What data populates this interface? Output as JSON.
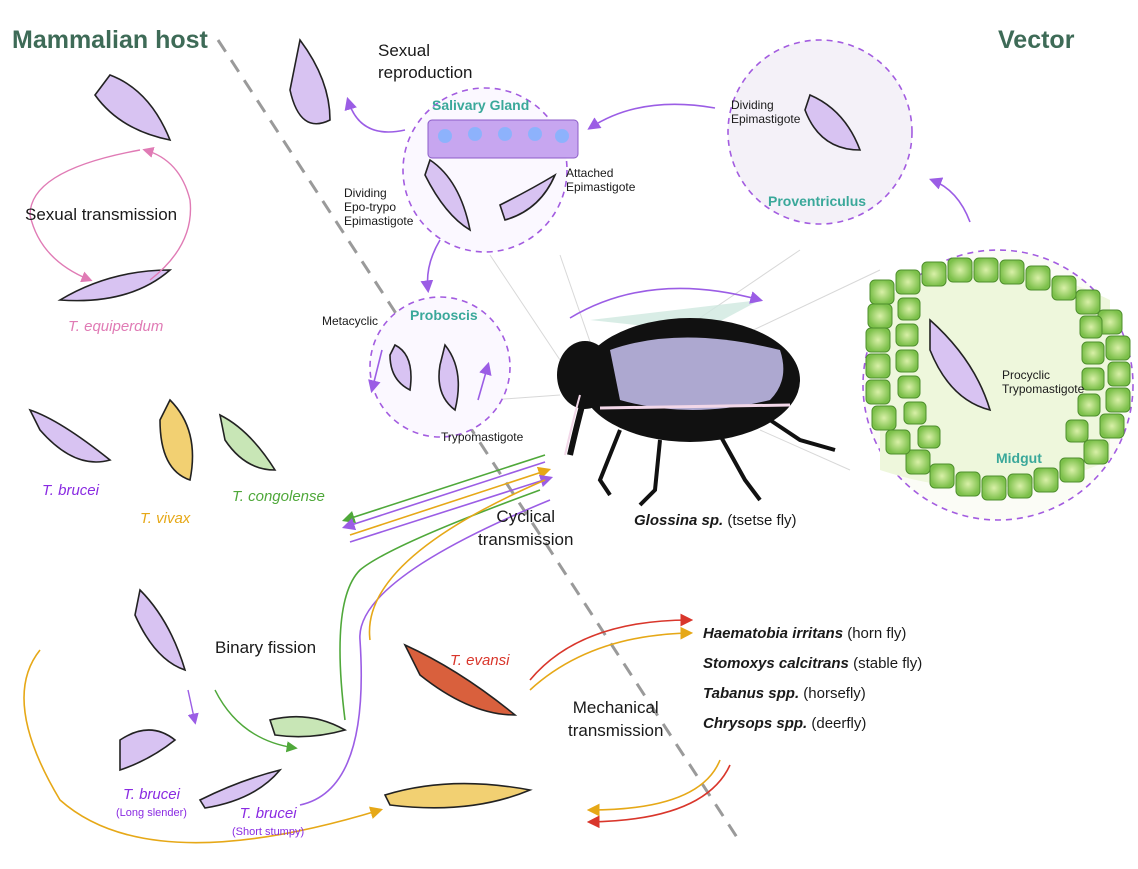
{
  "headings": {
    "host": "Mammalian host",
    "vector": "Vector"
  },
  "labels": {
    "sexual_reproduction": [
      "Sexual",
      "reproduction"
    ],
    "sexual_transmission": "Sexual transmission",
    "binary_fission": "Binary fission",
    "cyclical_transmission": [
      "Cyclical",
      "transmission"
    ],
    "mechanical_transmission": [
      "Mechanical",
      "transmission"
    ]
  },
  "organs": {
    "salivary_gland": "Salivary Gland",
    "proboscis": "Proboscis",
    "proventriculus": "Proventriculus",
    "midgut": "Midgut"
  },
  "stages": {
    "dividing_epo_trypo": [
      "Dividing",
      "Epo-trypo",
      "Epimastigote"
    ],
    "attached_epimastigote": [
      "Attached",
      "Epimastigote"
    ],
    "dividing_epimastigote": [
      "Dividing",
      "Epimastigote"
    ],
    "metacyclic": "Metacyclic",
    "trypomastigote": "Trypomastigote",
    "procyclic": [
      "Procyclic",
      "Trypomastigote"
    ]
  },
  "species": {
    "equiperdum": "T. equiperdum",
    "brucei": "T. brucei",
    "vivax": "T. vivax",
    "congolense": "T. congolense",
    "evansi": "T. evansi",
    "brucei_long": "T. brucei",
    "brucei_long_sub": "(Long slender)",
    "brucei_short": "T. brucei",
    "brucei_short_sub": "(Short stumpy)"
  },
  "tsetse": {
    "genus": "Glossina sp.",
    "common": " (tsetse fly)"
  },
  "mechanical_vectors": [
    {
      "name": "Haematobia irritans",
      "common": " (horn fly)"
    },
    {
      "name": "Stomoxys calcitrans",
      "common": " (stable fly)"
    },
    {
      "name": "Tabanus spp.",
      "common": " (horsefly)"
    },
    {
      "name": "Chrysops spp.",
      "common": " (deerfly)"
    }
  ],
  "colors": {
    "heading": "#3e6b57",
    "organ": "#3aa89a",
    "brucei": "#8a2be2",
    "vivax": "#e6a817",
    "congolense": "#4fa83a",
    "evansi": "#d9362b",
    "equiperdum": "#e07bb5",
    "cycle_arrow": "#9b5de5"
  }
}
